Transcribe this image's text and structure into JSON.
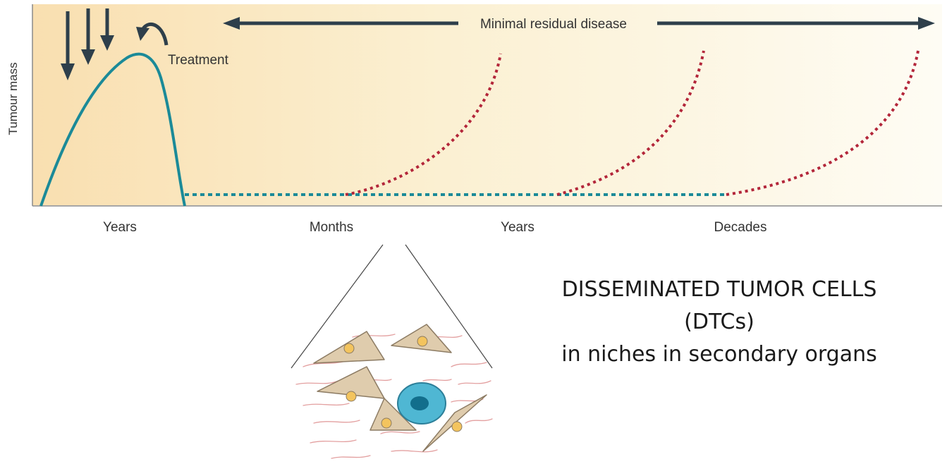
{
  "diagram": {
    "y_axis_label": "Tumour mass",
    "treatment_label": "Treatment",
    "mrd_label": "Minimal residual disease",
    "time_labels": [
      "Years",
      "Months",
      "Years",
      "Decades"
    ]
  },
  "caption": {
    "line1": "DISSEMINATED TUMOR CELLS",
    "line2": "(DTCs)",
    "line3": "in niches in secondary organs"
  },
  "colors": {
    "background_warm": "#f9dfb0",
    "tumour_curve": "#1b8a98",
    "relapse_dotted": "#b3263a",
    "arrow": "#2e3f4b",
    "cell_fill": "#dfccad",
    "dtc_cell": "#4fb7d3"
  }
}
